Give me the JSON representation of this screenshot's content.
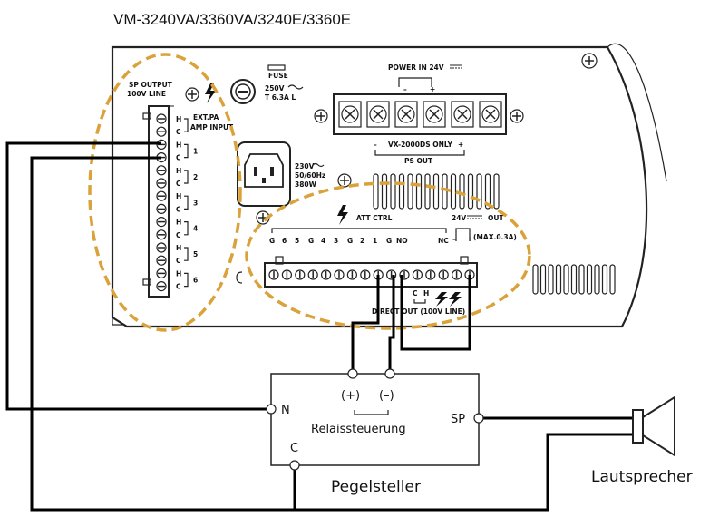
{
  "header": {
    "title": "VM-3240VA/3360VA/3240E/3360E"
  },
  "device": {
    "sp_output": "SP OUTPUT",
    "line_100v": "100V LINE",
    "ext_pa": "EXT.PA",
    "amp_input": "AMP INPUT",
    "fuse": "FUSE",
    "fuse_rating_1": "250V",
    "fuse_rating_2": "T 6.3A  L",
    "power_in": "POWER IN 24V",
    "vx_only": "VX-2000DS ONLY",
    "ps_out": "PS OUT",
    "ac_1": "230V",
    "ac_2": "50/60Hz",
    "ac_3": "380W",
    "att_ctrl": "ATT CTRL",
    "out_24v": "24V",
    "out_label": "OUT",
    "out_max": "(MAX.0.3A)",
    "direct_out": "DIRECT  OUT  (100V LINE)",
    "plus": "+",
    "minus": "–",
    "h": "H",
    "c": "C",
    "nc": "NC",
    "zone_labels": [
      "1",
      "2",
      "3",
      "4",
      "5",
      "6"
    ],
    "att_terms": [
      "G",
      "6",
      "5",
      "G",
      "4",
      "3",
      "G",
      "2",
      "1",
      "G",
      "NO",
      "NC"
    ]
  },
  "controller": {
    "name": "Pegelsteller",
    "relay_label": "Relaissteuerung",
    "plus_label": "(+)",
    "minus_label": "(–)",
    "n_label": "N",
    "sp_label": "SP",
    "c_label": "C"
  },
  "speaker": {
    "label": "Lautsprecher"
  }
}
